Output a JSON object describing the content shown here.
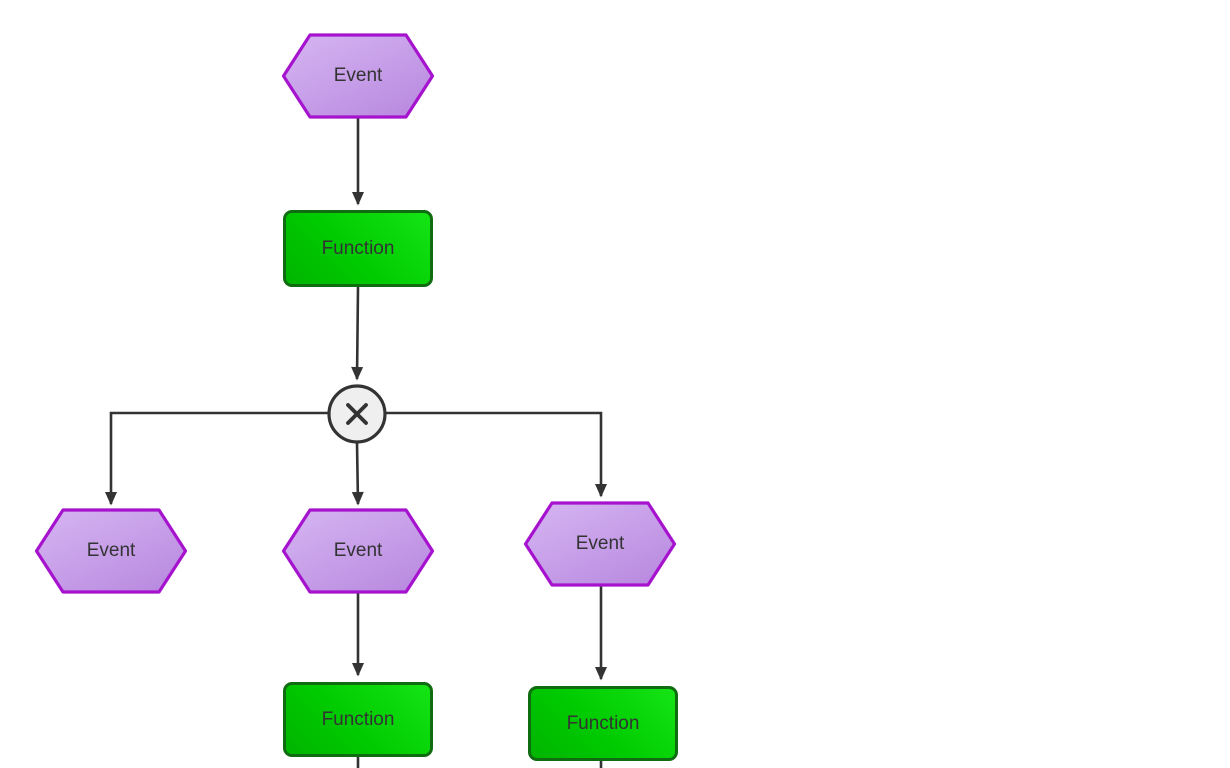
{
  "diagram": {
    "kind": "epc-flowchart",
    "background": "#ffffff",
    "nodes": [
      {
        "id": "event-top",
        "type": "event",
        "label": "Event"
      },
      {
        "id": "function-top",
        "type": "function",
        "label": "Function"
      },
      {
        "id": "xor-connector",
        "type": "xor",
        "symbol": "✕"
      },
      {
        "id": "event-left",
        "type": "event",
        "label": "Event"
      },
      {
        "id": "event-center",
        "type": "event",
        "label": "Event"
      },
      {
        "id": "event-right",
        "type": "event",
        "label": "Event"
      },
      {
        "id": "function-center",
        "type": "function",
        "label": "Function"
      },
      {
        "id": "function-right",
        "type": "function",
        "label": "Function"
      }
    ],
    "edges": [
      {
        "from": "event-top",
        "to": "function-top"
      },
      {
        "from": "function-top",
        "to": "xor-connector"
      },
      {
        "from": "xor-connector",
        "to": "event-left"
      },
      {
        "from": "xor-connector",
        "to": "event-center"
      },
      {
        "from": "xor-connector",
        "to": "event-right"
      },
      {
        "from": "event-center",
        "to": "function-center"
      },
      {
        "from": "event-right",
        "to": "function-right"
      },
      {
        "from": "function-center",
        "to": "offscreen-bottom"
      },
      {
        "from": "function-right",
        "to": "offscreen-bottom"
      }
    ],
    "colors": {
      "event_fill_light": "#d6b6f2",
      "event_fill_dark": "#b98ae0",
      "event_border": "#a613ce",
      "function_fill_light": "#15e415",
      "function_fill_dark": "#00b400",
      "function_border": "#106c10",
      "connector_fill": "#efefef",
      "connector_border": "#333333",
      "edge_color": "#333333",
      "text_color": "#333333",
      "background": "#ffffff"
    }
  }
}
